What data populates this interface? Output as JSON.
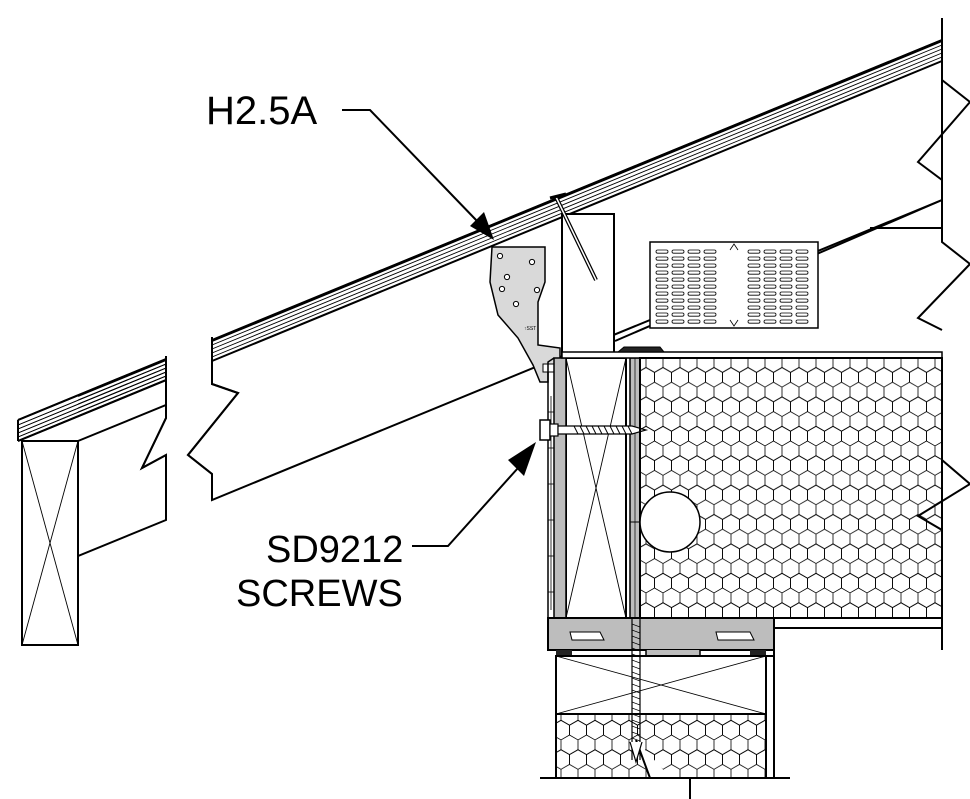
{
  "callouts": {
    "connector_label": "H2.5A",
    "screw_label_line1": "SD9212",
    "screw_label_line2": "SCREWS"
  },
  "connector_stamp": "↑SST",
  "colors": {
    "line": "#000000",
    "metal_fill": "#d9d9d9",
    "panel_gray": "#bdbdbd",
    "background": "#ffffff"
  }
}
